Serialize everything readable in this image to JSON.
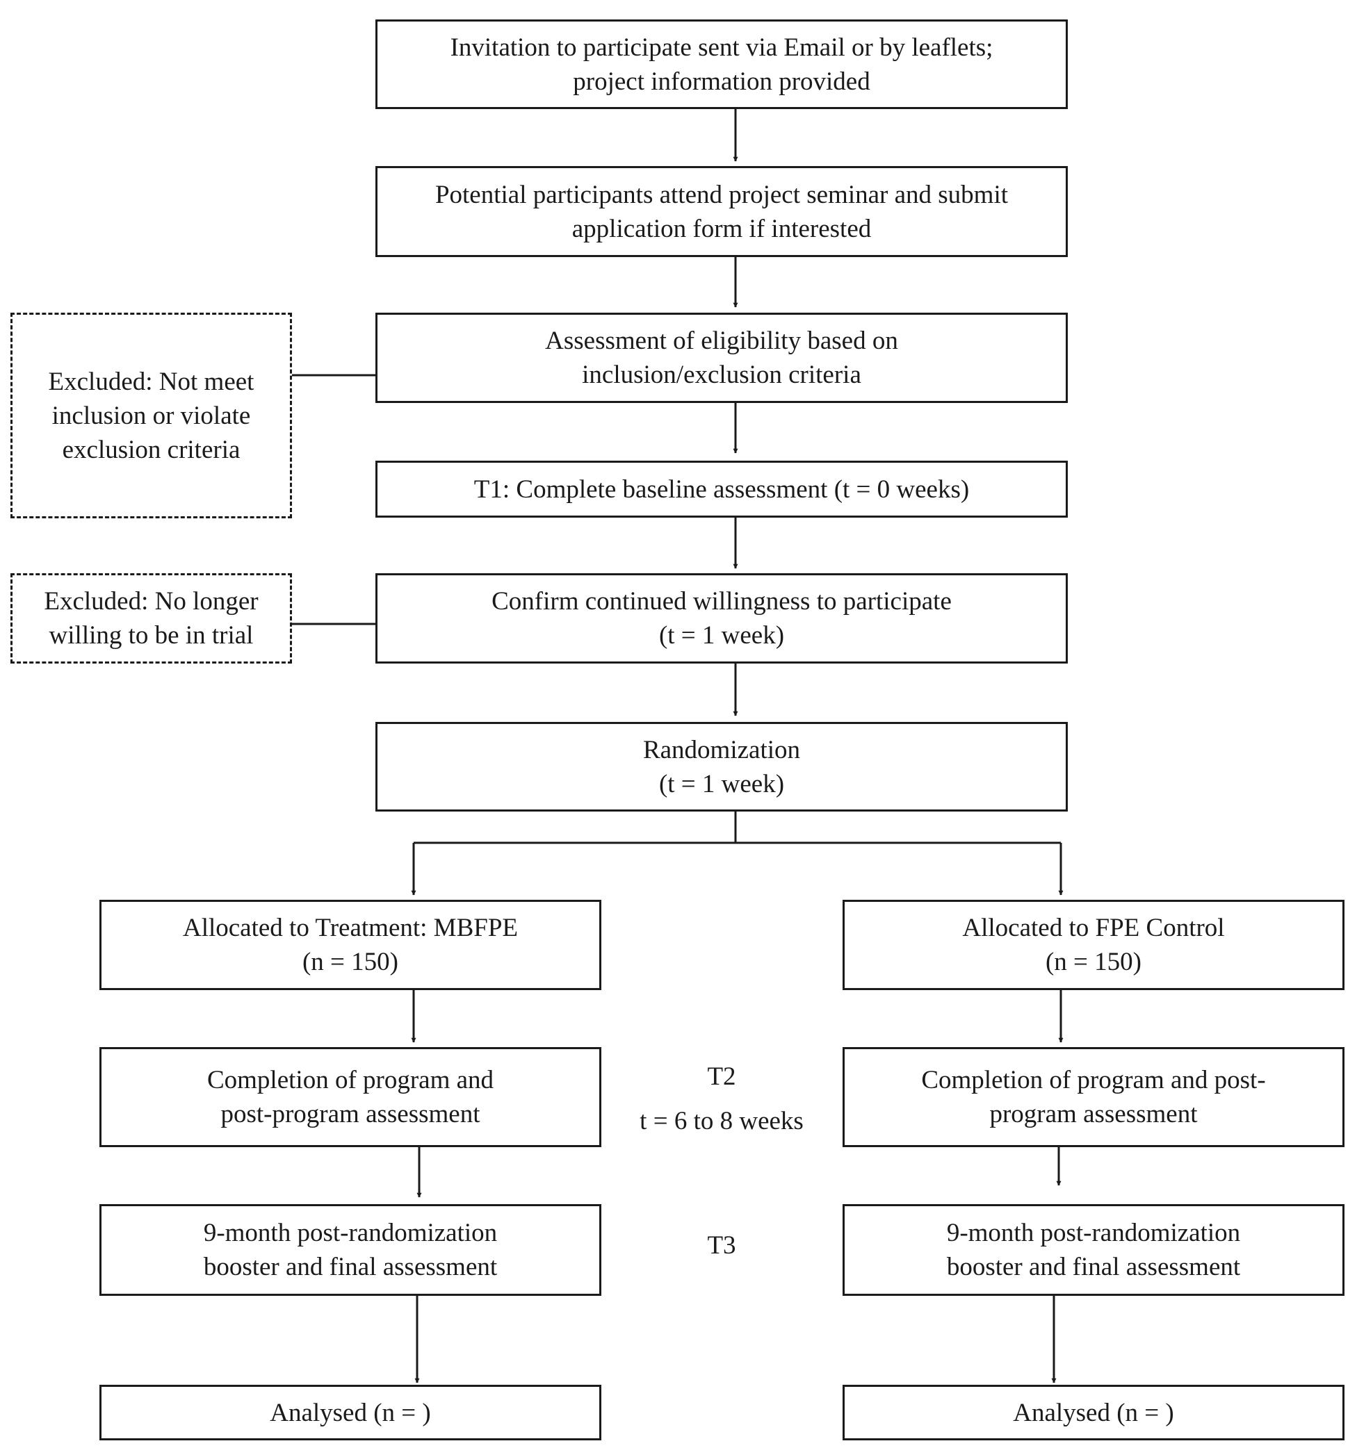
{
  "nodes": {
    "invitation": [
      "Invitation to participate sent via Email or by leaflets;",
      "project information provided"
    ],
    "seminar": [
      "Potential participants attend project seminar and submit",
      "application form if interested"
    ],
    "eligibility": [
      "Assessment of eligibility based on",
      "inclusion/exclusion criteria"
    ],
    "excluded_criteria": [
      "Excluded: Not meet",
      "inclusion or violate",
      "exclusion criteria"
    ],
    "baseline": [
      "T1: Complete baseline assessment (t = 0 weeks)"
    ],
    "willingness": [
      "Confirm continued willingness to participate",
      "(t = 1 week)"
    ],
    "excluded_unwilling": [
      "Excluded: No longer",
      "willing to be in trial"
    ],
    "randomization": [
      "Randomization",
      "(t = 1 week)"
    ],
    "treatment": [
      "Allocated to Treatment: MBFPE",
      "(n = 150)"
    ],
    "control": [
      "Allocated to FPE Control",
      "(n = 150)"
    ],
    "treatment_completion": [
      "Completion of program and",
      "post-program assessment"
    ],
    "control_completion": [
      "Completion of program and post-",
      "program assessment"
    ],
    "treatment_booster": [
      "9-month post-randomization",
      "booster and final assessment"
    ],
    "control_booster": [
      "9-month post-randomization",
      "booster and final assessment"
    ],
    "treatment_analysed": [
      "Analysed (n = )"
    ],
    "control_analysed": [
      "Analysed (n = )"
    ]
  },
  "timepoints": {
    "t2": [
      "T2",
      "t = 6 to 8 weeks"
    ],
    "t3": [
      "T3"
    ]
  }
}
